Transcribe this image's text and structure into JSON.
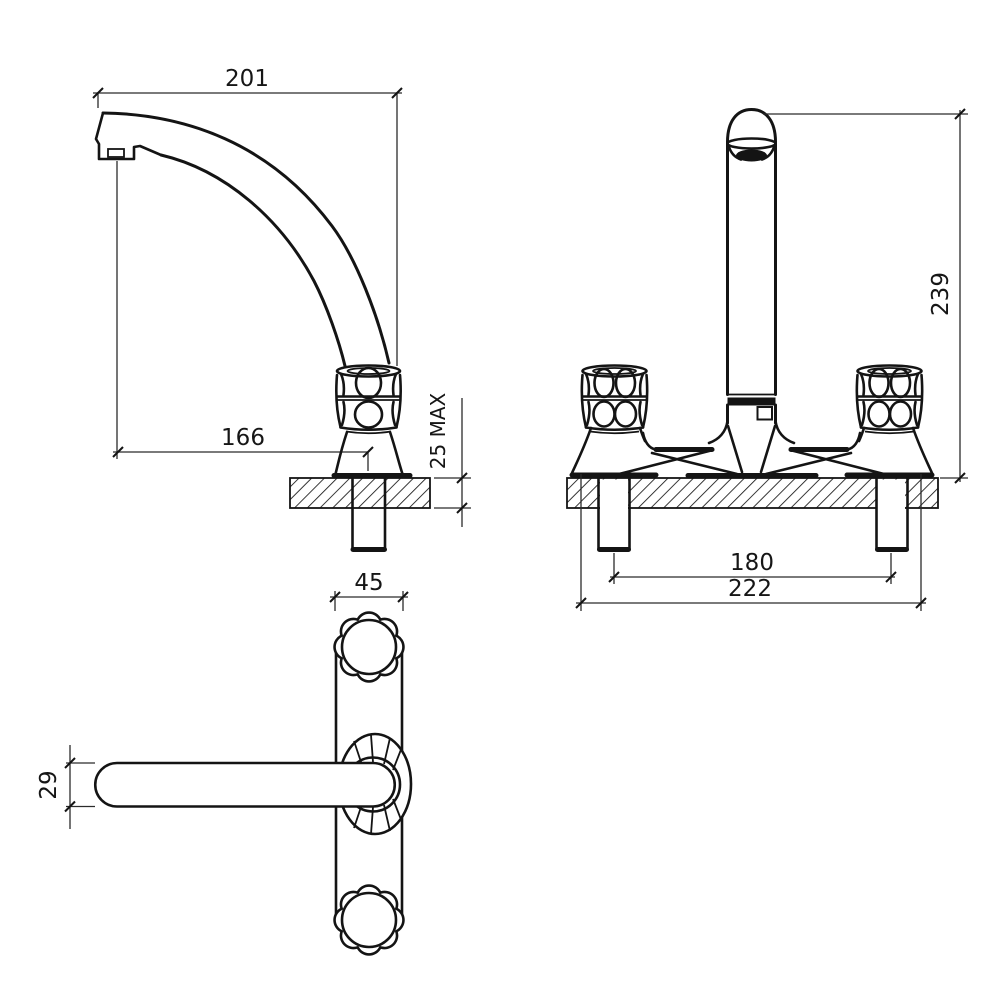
{
  "drawing": {
    "background": "#ffffff",
    "line_color": "#141414",
    "views": {
      "side": {
        "dimensions": {
          "spout_reach": "201",
          "spout_outlet_offset": "166",
          "deck_thickness": "25 MAX"
        }
      },
      "front": {
        "dimensions": {
          "overall_height": "239",
          "tail_centres": "180",
          "overall_width": "222"
        }
      },
      "plan": {
        "dimensions": {
          "body_width": "45",
          "lever_width": "29"
        }
      }
    }
  }
}
